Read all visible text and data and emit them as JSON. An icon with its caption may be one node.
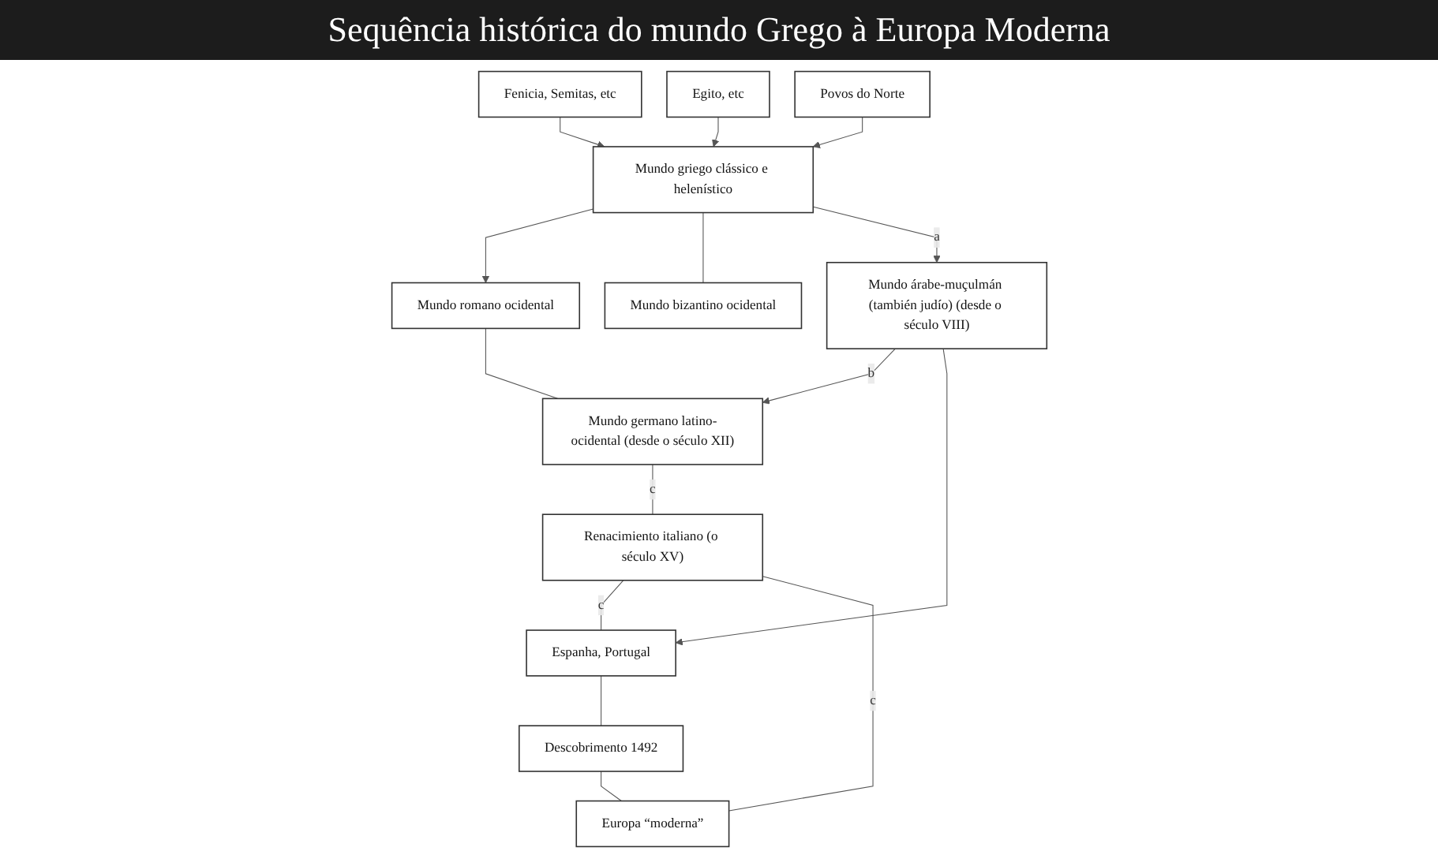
{
  "diagram": {
    "title": "Sequência histórica do mundo Grego à Europa Moderna",
    "nodes": [
      {
        "text": [
          "Fenicia, Semitas, etc"
        ]
      },
      {
        "text": [
          "Egito, etc"
        ]
      },
      {
        "text": [
          "Povos do Norte"
        ]
      },
      {
        "text": [
          "Mundo griego clássico e helenístico"
        ]
      },
      {
        "text": [
          "Mundo romano ocidental"
        ]
      },
      {
        "text": [
          "Mundo bizantino ocidental"
        ]
      },
      {
        "text": [
          "Mundo germano latino-ocidental (desde o século XII)"
        ]
      },
      {
        "text": [
          "Mundo árabe-muçulmán (también judío) (desde o século VIII)"
        ]
      },
      {
        "text": [
          "Renacimiento italiano (o século XV)"
        ]
      },
      {
        "text": [
          "Espanha, Portugal"
        ]
      },
      {
        "text": [
          "Descobrimento 1492"
        ]
      },
      {
        "text": [
          "Europa “moderna”"
        ]
      }
    ],
    "edges": [
      {
        "from": 0,
        "to": 3,
        "arrow": "to"
      },
      {
        "from": 1,
        "to": 3,
        "arrow": "to"
      },
      {
        "from": 2,
        "to": 3,
        "arrow": "to"
      },
      {
        "from": 3,
        "to": 4,
        "arrow": "to"
      },
      {
        "from": 3,
        "to": 5,
        "arrow": "none"
      },
      {
        "from": 3,
        "to": 7,
        "label": "a",
        "arrow": "to"
      },
      {
        "from": 7,
        "to": 6,
        "label": "b",
        "arrow": "to"
      },
      {
        "from": 4,
        "to": 6,
        "arrow": "none"
      },
      {
        "from": 6,
        "to": 8,
        "label": "c",
        "arrow": "none"
      },
      {
        "from": 7,
        "to": 9,
        "arrow": "to"
      },
      {
        "from": 8,
        "to": 9,
        "label": "c",
        "arrow": "none"
      },
      {
        "from": 9,
        "to": 10,
        "arrow": "none"
      },
      {
        "from": 8,
        "to": 11,
        "label": "c",
        "arrow": "none"
      },
      {
        "from": 10,
        "to": 11,
        "arrow": "none"
      }
    ]
  }
}
